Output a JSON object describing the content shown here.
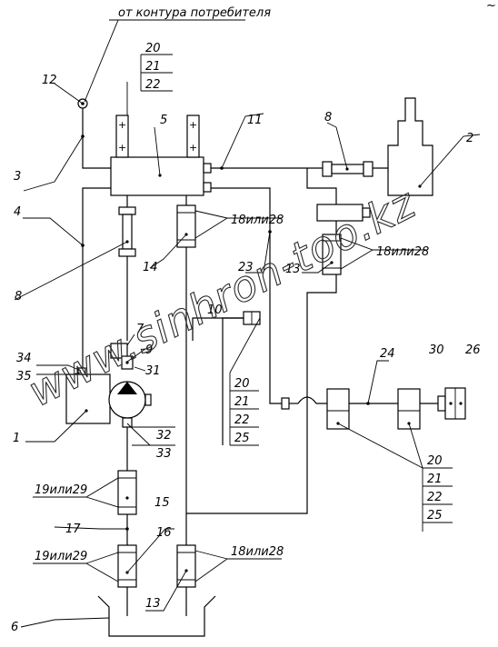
{
  "header_note": "от контура потребителя",
  "corner_mark": "~",
  "watermark": "www.sinhron-too.kz",
  "labels": {
    "n1": "1",
    "n2": "2",
    "n3": "3",
    "n4": "4",
    "n5": "5",
    "n6": "6",
    "n7": "7",
    "n8a": "8",
    "n8b": "8",
    "n9": "9",
    "n10": "10",
    "n11": "11",
    "n12": "12",
    "n13a": "13",
    "n13b": "13",
    "n14": "14",
    "n15": "15",
    "n16": "16",
    "n17": "17",
    "n23": "23",
    "n24": "24",
    "n26": "26",
    "n30": "30",
    "n31": "31",
    "n32": "32",
    "n33": "33",
    "n34": "34",
    "n35": "35",
    "f18a": "18или28",
    "f18b": "18или28",
    "f18c": "18или28",
    "f19a": "19или29",
    "f19b": "19или29"
  },
  "stacks": {
    "top": [
      "20",
      "21",
      "22"
    ],
    "mid": [
      "20",
      "21",
      "22",
      "25"
    ],
    "right": [
      "20",
      "21",
      "22",
      "25"
    ]
  }
}
